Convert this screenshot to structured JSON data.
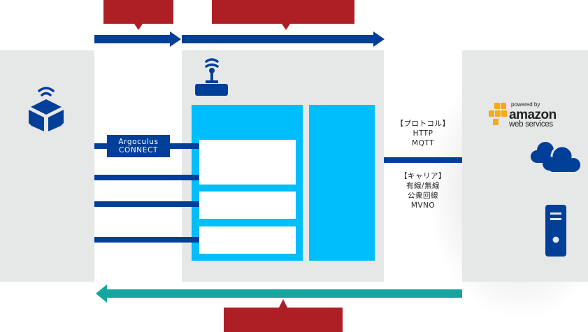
{
  "diagram": {
    "title": "Argoculus system architecture",
    "colors": {
      "panel": "#e6e7e7",
      "callout": "#ae1f25",
      "flow_arrow": "#003f98",
      "return_arrow": "#16a6a0",
      "module": "#00bdfc",
      "aws_orange": "#f7a81b"
    },
    "left_panel": {
      "icon": "device-cube-wifi-icon"
    },
    "gateway_panel": {
      "icon": "router-wifi-icon"
    },
    "connector": {
      "line1": "Argoculus",
      "line2": "CONNECT"
    },
    "protocol": {
      "heading": "【プロトコル】",
      "items": [
        "HTTP",
        "MQTT"
      ]
    },
    "carrier": {
      "heading": "【キャリア】",
      "items": [
        "有線/無線",
        "公衆回線",
        "MVNO"
      ]
    },
    "cloud_panel": {
      "aws_logo": {
        "line1": "powered by",
        "line2": "amazon",
        "line3": "web services"
      },
      "icons": [
        "cloud-icon",
        "server-icon"
      ]
    }
  }
}
